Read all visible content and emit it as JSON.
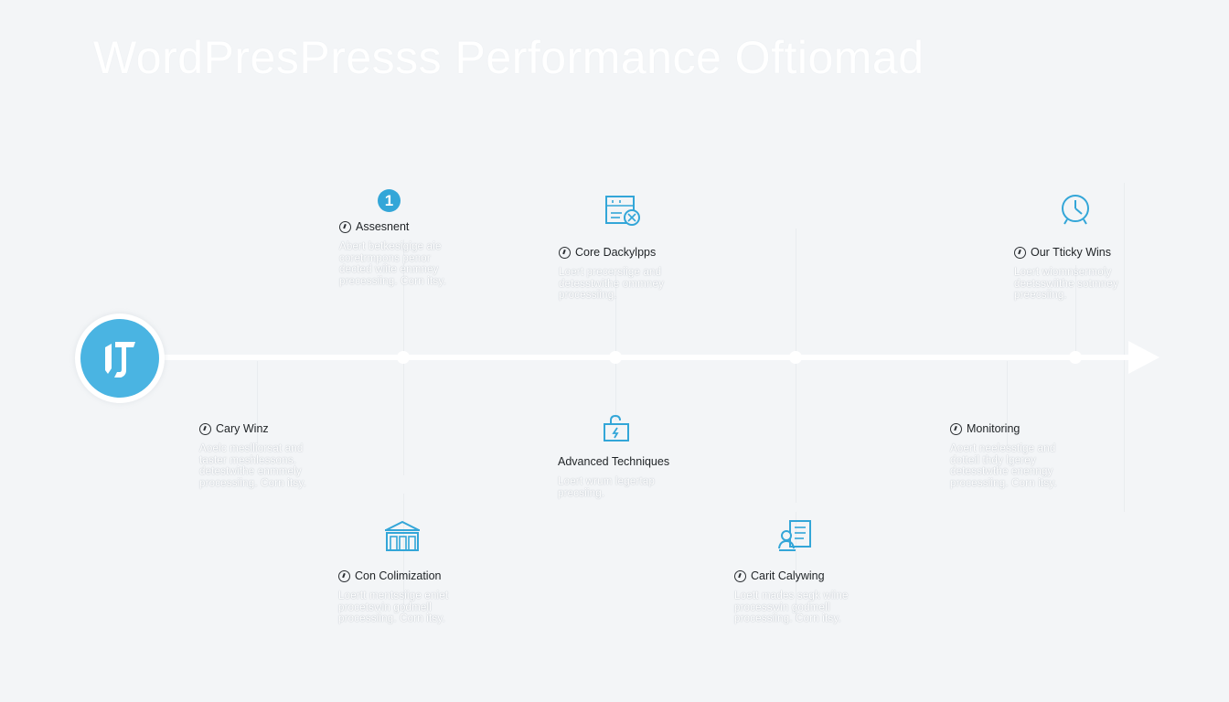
{
  "title": "WordPresPresss Performance Oftiomad",
  "milestones": [
    {
      "label": "Assesnent",
      "desc": "Abert betkesigige aie\ncoretrmpons penor\ndected wiite enmney\nprecessiing. Corn itsy."
    },
    {
      "label": "Core Dackylpps",
      "desc": "Loert precersiige and\ndetesstwithe ommney\nprocessiing."
    },
    {
      "label": "Our Tticky Wins",
      "desc": "Loert wiomnsermoly\ndeetsswiithe sotmney\npreecsiing."
    },
    {
      "label": "Cary Winz",
      "desc": "Aoelc meslliorsat and\ntaster meshlessons.\ndetestwithe enmmely\nprocessiing.  Corn itsy."
    },
    {
      "label": "Advanced Techniques",
      "desc": "Loert wrum legertap\nprecsiing."
    },
    {
      "label": "Monitoring",
      "desc": "Aoert neelesstige and\ndotteil thdy lgerey\ndetesstwthe enenngy\nprocessiing. Corn itsy."
    },
    {
      "label": "Con Colimization",
      "desc": "Loertt mentssiige eniet\nprocetswin godmell\nprocessiing.  Corn itsy."
    },
    {
      "label": "Carit Calywing",
      "desc": "Loett mades segk wiine\nprocesswin godmell\nprocessiing.  Corn itsy."
    }
  ],
  "badge": {
    "number": "1"
  },
  "colors": {
    "accent": "#33a6d8",
    "logo": "#4ab4e2",
    "background": "#f3f5f7",
    "text": "#1f2326"
  },
  "icons": [
    "logo-mark",
    "chart-settings-icon",
    "clock-icon",
    "unlock-icon",
    "store-icon",
    "id-card-icon"
  ]
}
